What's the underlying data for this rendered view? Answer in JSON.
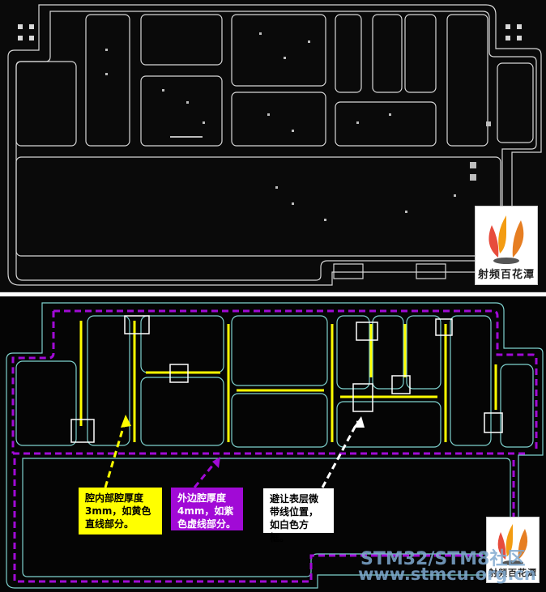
{
  "top_panel": {
    "logo_text": "射频百花潭"
  },
  "bottom_panel": {
    "callouts": {
      "yellow": "腔内部腔厚度3mm，如黄色直线部分。",
      "purple": "外边腔厚度4mm，如紫色虚线部分。",
      "white": "避让表层微带线位置，如白色方框。"
    },
    "logo_text": "射频百花潭",
    "watermark_line1": "STM32/STM8社区",
    "watermark_line2": "www.stmcu.org.cn"
  },
  "colors": {
    "outline": "#d8d8d8",
    "cyan_outline": "#7fd3cf",
    "yellow_line": "#ffff00",
    "purple_dash": "#a10ad6",
    "white_box": "#ffffff"
  }
}
